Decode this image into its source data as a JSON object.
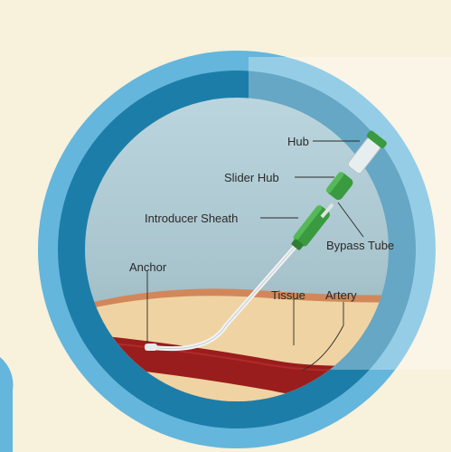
{
  "colors": {
    "background": "#f8f1dc",
    "outer_ring": "#64b6dc",
    "inner_ring": "#1c7ea8",
    "scene_top": "#aecbd6",
    "scene_bottom": "#9ab4bc",
    "overlay_panel": "#ffffff",
    "tissue": "#f0d3a3",
    "skin_edge": "#d2875a",
    "artery": "#9a1d1d",
    "device_green": "#3a9a3f",
    "sheath": "#f1f3f4"
  },
  "labels": {
    "hub": "Hub",
    "slider_hub": "Slider Hub",
    "introducer_sheath": "Introducer Sheath",
    "bypass_tube": "Bypass Tube",
    "anchor": "Anchor",
    "tissue": "Tissue",
    "artery": "Artery"
  }
}
